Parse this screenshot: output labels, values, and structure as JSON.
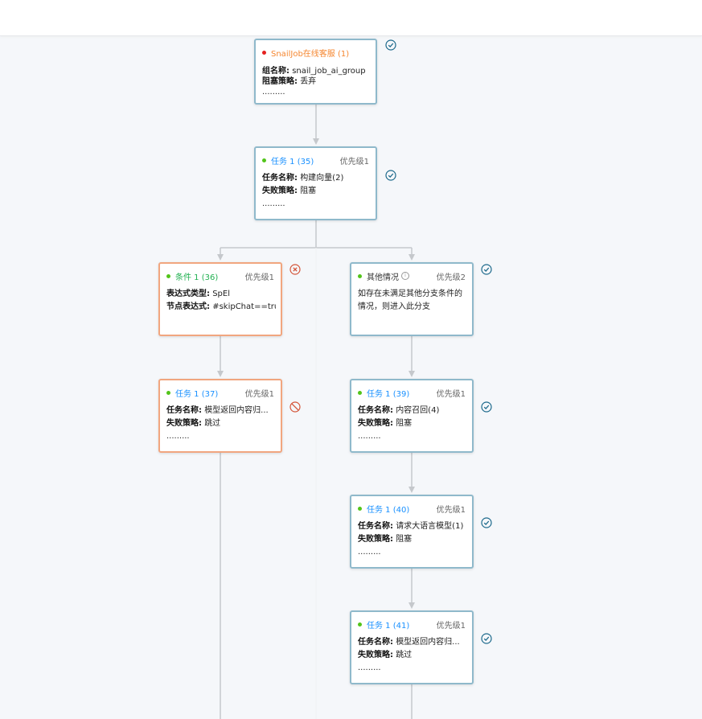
{
  "start": {
    "title": "SnailJob在线客服 (1)",
    "fields": [
      {
        "label": "组名称:",
        "value": "snail_job_ai_group"
      },
      {
        "label": "阻塞策略:",
        "value": "丢弃"
      }
    ],
    "more": "........."
  },
  "task35": {
    "title": "任务 1 (35)",
    "priority": "优先级1",
    "fields": [
      {
        "label": "任务名称:",
        "value": "构建向量(2)"
      },
      {
        "label": "失败策略:",
        "value": "阻塞"
      }
    ],
    "more": "........."
  },
  "cond36": {
    "title": "条件 1 (36)",
    "priority": "优先级1",
    "fields": [
      {
        "label": "表达式类型:",
        "value": "SpEl"
      },
      {
        "label": "节点表达式:",
        "value": "#skipChat==true"
      }
    ]
  },
  "other": {
    "title": "其他情况",
    "info_glyph": "i",
    "priority": "优先级2",
    "description": "如存在未满足其他分支条件的情况，则进入此分支"
  },
  "task37": {
    "title": "任务 1 (37)",
    "priority": "优先级1",
    "fields": [
      {
        "label": "任务名称:",
        "value": "模型返回内容归..."
      },
      {
        "label": "失败策略:",
        "value": "跳过"
      }
    ],
    "more": "........."
  },
  "task39": {
    "title": "任务 1 (39)",
    "priority": "优先级1",
    "fields": [
      {
        "label": "任务名称:",
        "value": "内容召回(4)"
      },
      {
        "label": "失败策略:",
        "value": "阻塞"
      }
    ],
    "more": "........."
  },
  "task40": {
    "title": "任务 1 (40)",
    "priority": "优先级1",
    "fields": [
      {
        "label": "任务名称:",
        "value": "请求大语言模型(1)"
      },
      {
        "label": "失败策略:",
        "value": "阻塞"
      }
    ],
    "more": "........."
  },
  "task41": {
    "title": "任务 1 (41)",
    "priority": "优先级1",
    "fields": [
      {
        "label": "任务名称:",
        "value": "模型返回内容归..."
      },
      {
        "label": "失败策略:",
        "value": "跳过"
      }
    ],
    "more": "........."
  },
  "icons": {
    "success": "check-circle-icon",
    "failed": "close-circle-icon",
    "skipped": "stop-circle-icon"
  },
  "colors": {
    "success": "#1d6a8c",
    "failed": "#d4563a",
    "node_border": "#8fb9cb",
    "node_border_warn": "#f1a67f",
    "link_blue": "#1890ff",
    "cond_green": "#20b050",
    "start_orange": "#f5862f",
    "connector": "#c5c8cc"
  }
}
